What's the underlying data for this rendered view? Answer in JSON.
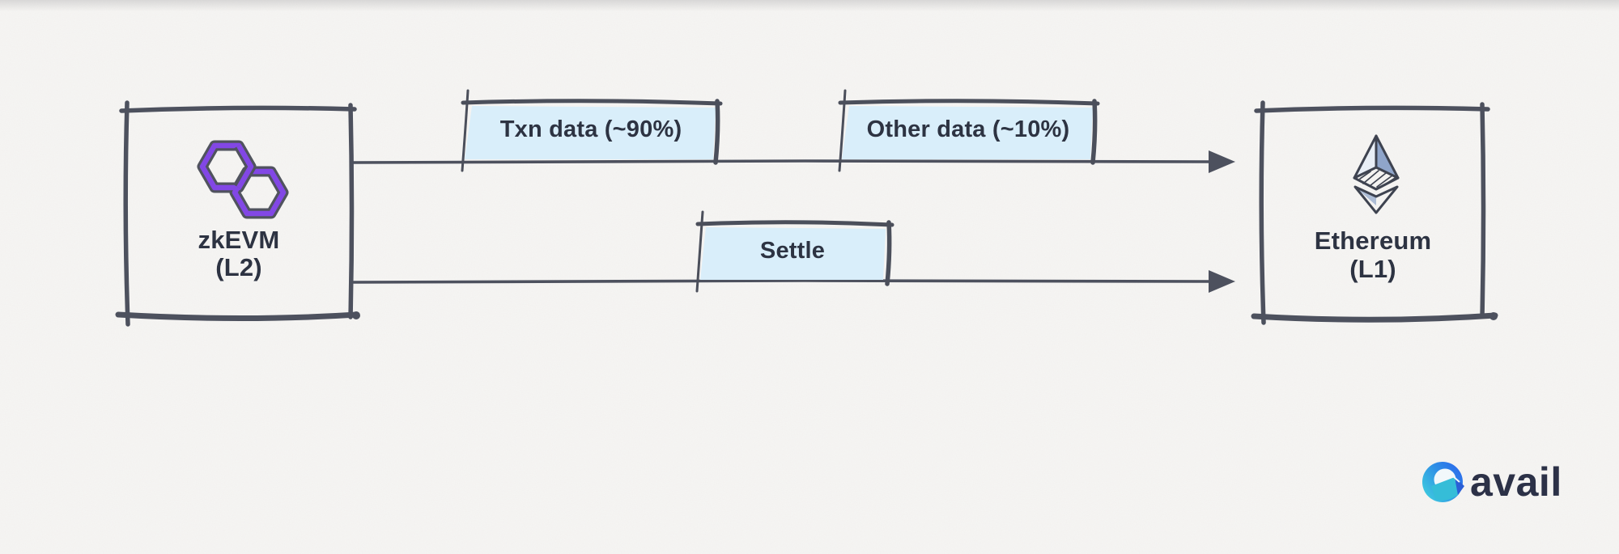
{
  "diagram": {
    "nodes": {
      "zkevm": {
        "title": "zkEVM",
        "subtitle": "(L2)",
        "icon": "polygon-icon"
      },
      "ethereum": {
        "title": "Ethereum",
        "subtitle": "(L1)",
        "icon": "ethereum-icon"
      }
    },
    "flows": {
      "top": {
        "labels": {
          "txn": "Txn data (~90%)",
          "other": "Other data (~10%)"
        }
      },
      "bottom": {
        "labels": {
          "settle": "Settle"
        }
      }
    }
  },
  "branding": {
    "wordmark": "avail",
    "icon": "avail-icon"
  },
  "colors": {
    "background": "#f6f5f3",
    "ink": "#4d515e",
    "text": "#2d3342",
    "label_fill": "#d9eefa",
    "polygon_purple": "#8247e5",
    "eth_shade": "#8fa5ca",
    "avail_blue": "#2a66ec",
    "avail_teal": "#3fd0de"
  }
}
